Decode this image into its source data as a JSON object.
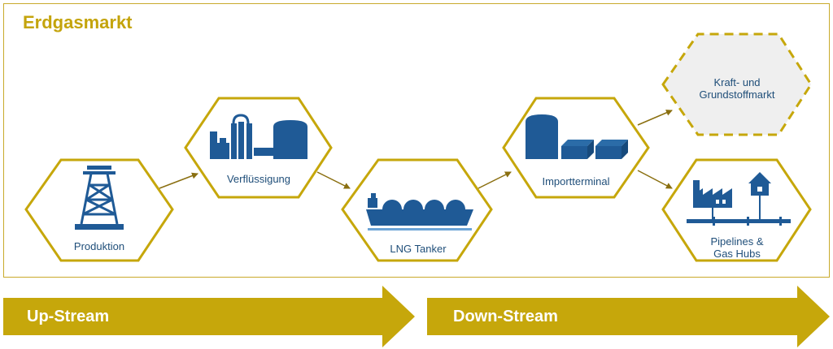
{
  "title": "Erdgasmarkt",
  "nodes": {
    "produktion": "Produktion",
    "verfluessigung": "Verflüssigung",
    "lng_tanker": "LNG Tanker",
    "importterminal": "Importterminal",
    "kraft": "Kraft- und\nGrundstoffmarkt",
    "pipelines": "Pipelines &\nGas Hubs"
  },
  "streams": {
    "up": "Up-Stream",
    "down": "Down-Stream"
  },
  "colors": {
    "gold": "#c6a70b",
    "navy": "#1f5a96",
    "dashed_fill": "#efefef"
  }
}
